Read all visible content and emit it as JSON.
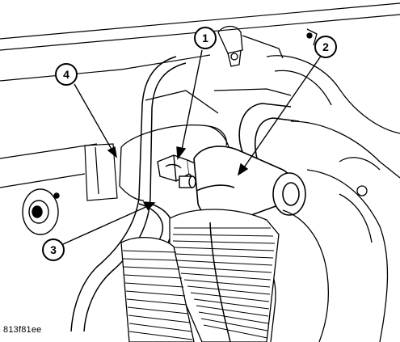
{
  "figure_id": "813f81ee",
  "callouts": [
    {
      "number": "1"
    },
    {
      "number": "2"
    },
    {
      "number": "3"
    },
    {
      "number": "4"
    }
  ]
}
